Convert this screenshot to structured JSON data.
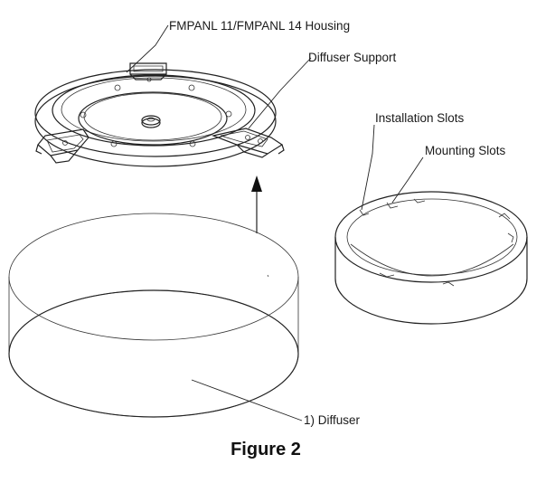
{
  "labels": {
    "housing": "FMPANL 11/FMPANL 14 Housing",
    "diffuser_support": "Diffuser Support",
    "installation_slots": "Installation Slots",
    "mounting_slots": "Mounting Slots",
    "diffuser": "1) Diffuser"
  },
  "caption": "Figure 2"
}
